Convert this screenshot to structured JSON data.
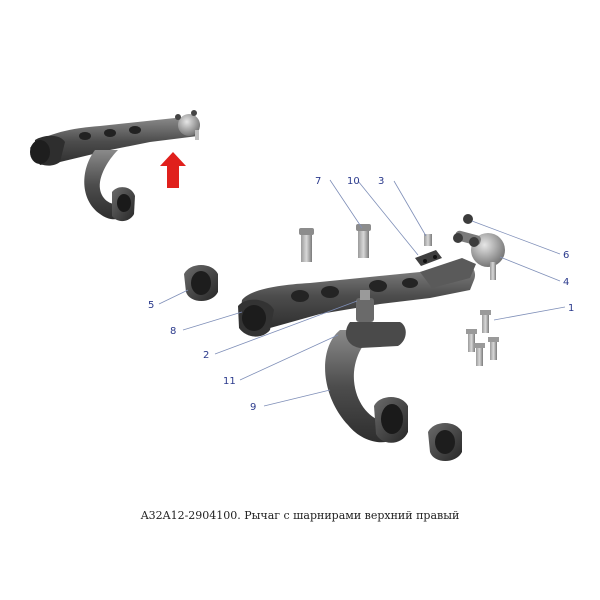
{
  "caption": "A32A12-2904100. Рычаг с шарнирами верхний правый",
  "callouts": [
    "1",
    "2",
    "3",
    "4",
    "5",
    "6",
    "7",
    "8",
    "9",
    "10",
    "11"
  ],
  "colors": {
    "part_dark": "#3a3a3a",
    "part_mid": "#5c5c5c",
    "part_light": "#8a8a8a",
    "arrow": "#e0201c",
    "callout_text": "#2b3a8c",
    "leader": "#7f8fb8"
  },
  "icons": {
    "locator_arrow": "up-arrow-icon"
  }
}
